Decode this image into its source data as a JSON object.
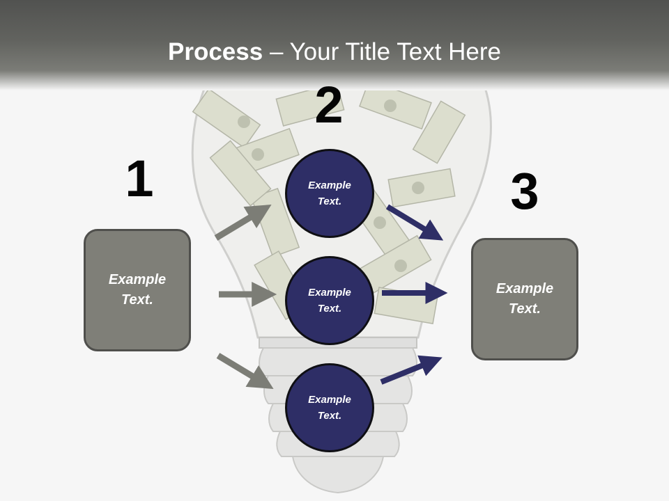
{
  "slide": {
    "title_bold": "Process",
    "title_rest": " – Your Title Text Here"
  },
  "steps": {
    "one": {
      "number": "1",
      "text": "Example Text."
    },
    "two": {
      "number": "2",
      "circles": [
        {
          "text": "Example Text."
        },
        {
          "text": "Example Text."
        },
        {
          "text": "Example Text."
        }
      ]
    },
    "three": {
      "number": "3",
      "text": "Example Text."
    }
  },
  "colors": {
    "box_fill": "#7f7f78",
    "circle_fill": "#2e2e66",
    "left_arrows": "#7c7d76",
    "right_arrows": "#2e2e66"
  }
}
